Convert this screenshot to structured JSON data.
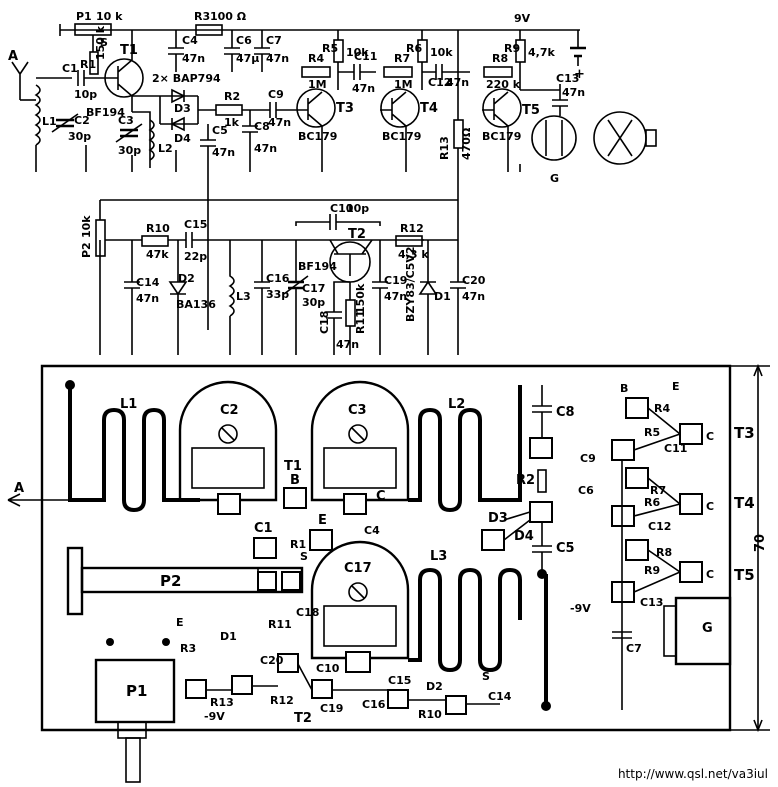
{
  "schematic": {
    "antenna": "A",
    "P1": "P1",
    "P1_val": "10 k",
    "R1": "R1",
    "R1_val": "150 k",
    "R3": "R3",
    "R3_val": "100 Ω",
    "S": "S",
    "T1": "T1",
    "T1_type": "BF194",
    "C1": "C1",
    "C1_val": "10p",
    "C2": "C2",
    "C2_val": "30p",
    "L1": "L1",
    "C3": "C3",
    "C3_val": "30p",
    "L2": "L2",
    "C4": "C4",
    "C4_val": "47n",
    "C5": "C5",
    "C5_val": "47n",
    "D3": "D3",
    "D4": "D4",
    "dual_diode": "2× BAP794",
    "R2": "R2",
    "R2_val": "1k",
    "C6": "C6",
    "C6_val": "47μ",
    "C7": "C7",
    "C7_val": "47n",
    "C8": "C8",
    "C8_val": "47n",
    "C9": "C9",
    "C9_val": "47n",
    "R4": "R4",
    "R4_val": "1M",
    "R5": "R5",
    "R5_val": "10k",
    "C11": "C11",
    "C11_val": "47n",
    "T3": "T3",
    "T3_type": "BC179",
    "R6": "R6",
    "R6_val": "10k",
    "R7": "R7",
    "R7_val": "1M",
    "C12": "C12",
    "C12_val": "47n",
    "T4": "T4",
    "T4_type": "BC179",
    "R13": "R13",
    "R13_val": "470Ω",
    "R8": "R8",
    "R8_val": "220 k",
    "R9": "R9",
    "R9_val": "4,7k",
    "T5": "T5",
    "T5_type": "BC179",
    "C13": "C13",
    "C13_val": "47n",
    "supply": "9V",
    "G": "G",
    "plus": "+",
    "P2": "P2",
    "P2_val": "10k",
    "R10": "R10",
    "R10_val": "47k",
    "C15": "C15",
    "C15_val": "22p",
    "C14": "C14",
    "C14_val": "47n",
    "D2": "D2",
    "D2_type": "BA136",
    "L3": "L3",
    "C16": "C16",
    "C16_val": "33p",
    "C10": "C10",
    "C10_val": "10p",
    "T2": "T2",
    "T2_type": "BF194",
    "C17": "C17",
    "C17_val": "30p",
    "C18": "C18",
    "C18_val": "47n",
    "R11": "R11",
    "R11_val": "150k",
    "C19": "C19",
    "C19_val": "47n",
    "R12": "R12",
    "R12_val": "4,3 k",
    "D1": "D1",
    "D1_type": "BZY83/C5V2",
    "C20": "C20",
    "C20_val": "47n"
  },
  "layout": {
    "A": "A",
    "L1": "L1",
    "L2": "L2",
    "L3": "L3",
    "C1": "C1",
    "C2": "C2",
    "C3": "C3",
    "C4": "C4",
    "C5": "C5",
    "C6": "C6",
    "C7": "C7",
    "C8": "C8",
    "C9": "C9",
    "C10": "C10",
    "C11": "C11",
    "C12": "C12",
    "C13": "C13",
    "C14": "C14",
    "C15": "C15",
    "C16": "C16",
    "C17": "C17",
    "C18": "C18",
    "C19": "C19",
    "C20": "C20",
    "T1": "T1",
    "T2": "T2",
    "R1": "R1",
    "R2": "R2",
    "R3": "R3",
    "R4": "R4",
    "R5": "R5",
    "R6": "R6",
    "R7": "R7",
    "R8": "R8",
    "R9": "R9",
    "R10": "R10",
    "R11": "R11",
    "R12": "R12",
    "R13": "R13",
    "D1": "D1",
    "D2": "D2",
    "D3": "D3",
    "D4": "D4",
    "P1": "P1",
    "P2": "P2",
    "S": "S",
    "B": "B",
    "C": "C",
    "E": "E",
    "minus9v": "-9V",
    "G": "G",
    "T3": "T3",
    "T4": "T4",
    "T5": "T5",
    "dim70": "70"
  },
  "footer": {
    "url": "http://www.qsl.net/va3iul"
  }
}
